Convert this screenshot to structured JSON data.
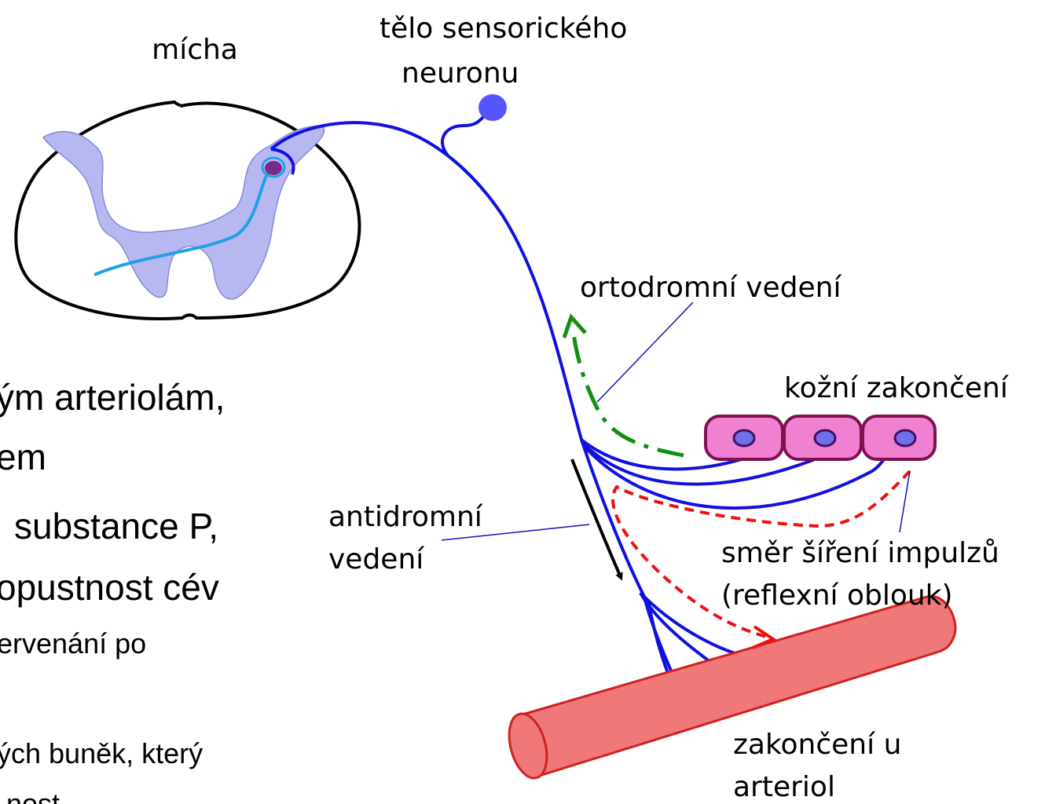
{
  "labels": {
    "spinal_cord": "mícha",
    "sensory_body_line1": "tělo sensorického",
    "sensory_body_line2": "neuronu",
    "orthodromic": "ortodromní vedení",
    "skin_endings": "kožní zakončení",
    "antidromic_line1": "antidromní",
    "antidromic_line2": "vedení",
    "impulse_line1": "směr šíření impulzů",
    "impulse_line2": "(reflexní oblouk)",
    "arteriole_line1": "zakončení u",
    "arteriole_line2": "arteriol"
  },
  "cut_text": {
    "line1": "ým arteriolám,",
    "line2": "em",
    "line3": "substance P,",
    "line4": "opustnost cév",
    "line5": "ervenání po",
    "line6": "ých buněk, který",
    "line7": "nost"
  },
  "colors": {
    "neuron": "#1010e0",
    "interneuron": "#20a0e8",
    "grey_matter": "#b8b8f0",
    "orthodromic_arrow": "#109010",
    "reflex_arrow": "#ee1010",
    "antidromic_arrow": "#000000",
    "skin_cell": "#f080d0",
    "skin_cell_border": "#801050",
    "nucleus": "#7070e8",
    "arteriole": "#f07878",
    "arteriole_border": "#d02020",
    "leader_line": "#1010c0"
  }
}
